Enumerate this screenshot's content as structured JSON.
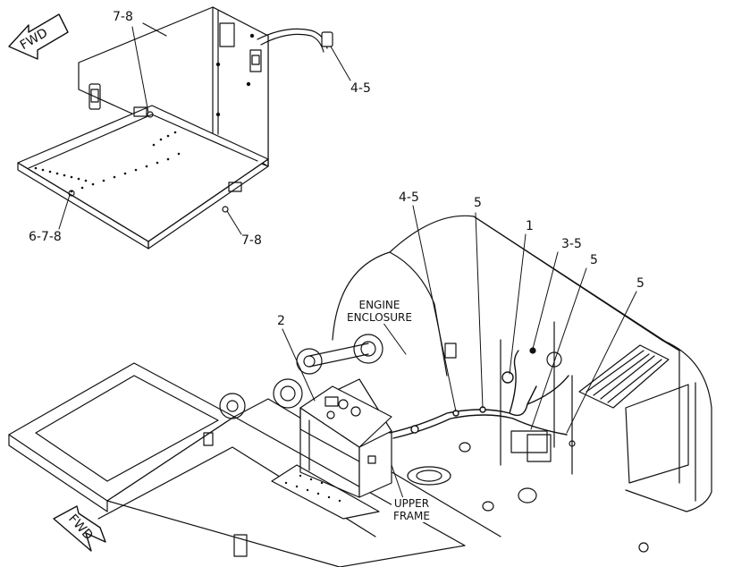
{
  "fwd_arrows": {
    "top": "FWD",
    "bottom": "FWD"
  },
  "detail_view": {
    "callouts": {
      "upper_left": "7-8",
      "hose_end": "4-5",
      "lower_left": "6-7-8",
      "lower_right": "7-8"
    }
  },
  "main_view": {
    "callouts": {
      "harness_left": "4-5",
      "harness_mid": "5",
      "item_1": "1",
      "item_3_5": "3-5",
      "item_5_a": "5",
      "item_5_b": "5",
      "item_2": "2"
    },
    "labels": {
      "engine_enclosure_line1": "ENGINE",
      "engine_enclosure_line2": "ENCLOSURE",
      "upper_frame_line1": "UPPER",
      "upper_frame_line2": "FRAME"
    }
  }
}
